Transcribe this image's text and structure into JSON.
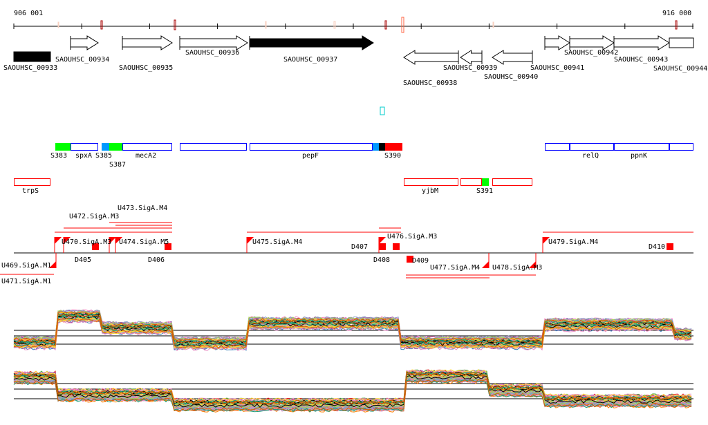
{
  "axis": {
    "start_label": "906 001",
    "end_label": "916 000"
  },
  "genes": [
    "SAOUHSC_00933",
    "SAOUHSC_00934",
    "SAOUHSC_00935",
    "SAOUHSC_00936",
    "SAOUHSC_00937",
    "SAOUHSC_00938",
    "SAOUHSC_00939",
    "SAOUHSC_00940",
    "SAOUHSC_00941",
    "SAOUHSC_00942",
    "SAOUHSC_00943",
    "SAOUHSC_00944"
  ],
  "operons_row1": [
    "S383",
    "spxA",
    "S385",
    "S387",
    "mecA2",
    "pepF",
    "S390",
    "relQ",
    "ppnK"
  ],
  "operons_row2": [
    "trpS",
    "yjbM",
    "S391"
  ],
  "promoters_top": [
    "U470.SigA.M3",
    "U472.SigA.M3",
    "U473.SigA.M4",
    "U474.SigA.M5",
    "D405",
    "D406",
    "U475.SigA.M4",
    "D407",
    "D408",
    "U476.SigA.M3",
    "U479.SigA.M4",
    "D410"
  ],
  "promoters_bottom": [
    "U469.SigA.M1",
    "U471.SigA.M1",
    "D409",
    "U477.SigA.M4",
    "U478.SigA.M3"
  ],
  "colors": {
    "green": "#00ff00",
    "blue": "#0000ff",
    "lightblue": "#0099ff",
    "red": "#ff0000",
    "darkred": "#aa0000",
    "cyan": "#00cccc"
  }
}
